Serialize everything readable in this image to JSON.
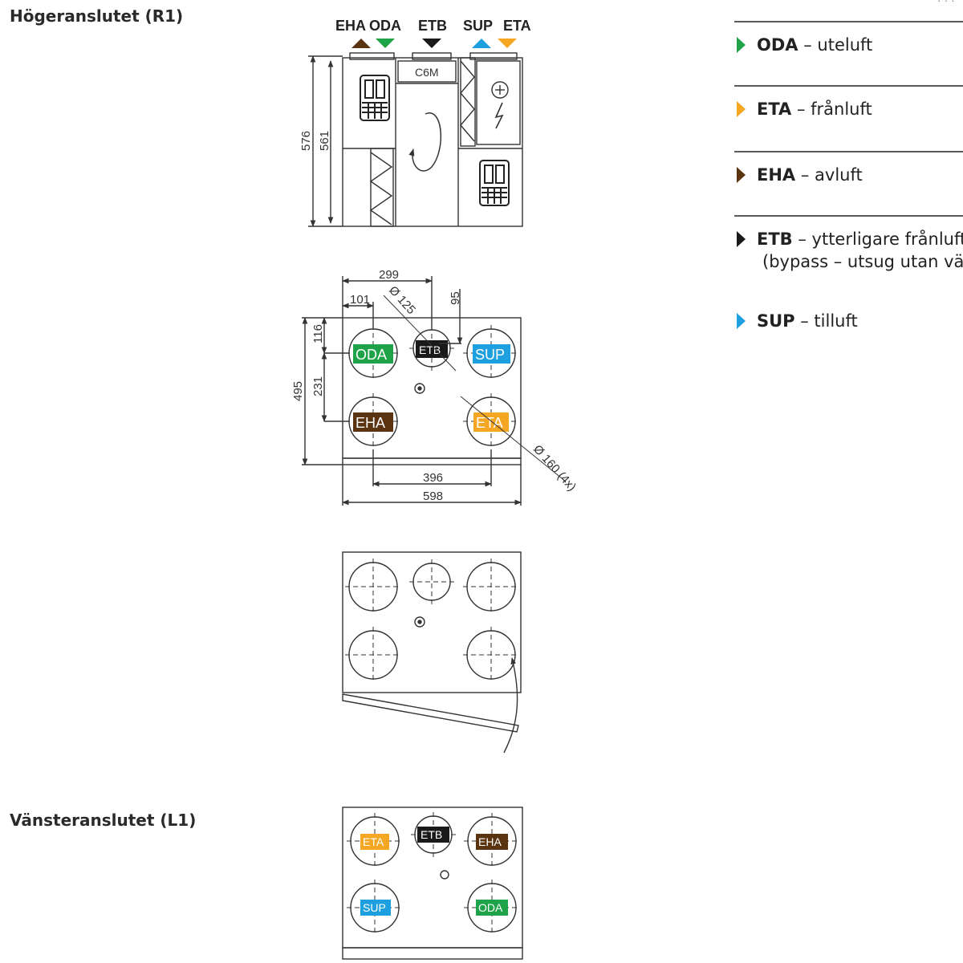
{
  "headings": {
    "right": "Högeranslutet (R1)",
    "left": "Vänsteranslutet (L1)"
  },
  "colors": {
    "ODA": "#1fa34a",
    "ETA": "#f5a623",
    "EHA": "#5a3310",
    "ETB": "#1a1a1a",
    "SUP": "#1e9fe0"
  },
  "top_view": {
    "labels": [
      "EHA",
      "ODA",
      "ETB",
      "SUP",
      "ETA"
    ],
    "device_label": "C6M",
    "dim_576": "576",
    "dim_561": "561"
  },
  "front_view": {
    "port_labels": {
      "oda": "ODA",
      "etb": "ETB",
      "sup": "SUP",
      "eha": "EHA",
      "eta": "ETA"
    },
    "dims": {
      "d299": "299",
      "d101": "101",
      "d95": "95",
      "d125": "Ø 125",
      "d116": "116",
      "d495": "495",
      "d231": "231",
      "d396": "396",
      "d598": "598",
      "d160": "Ø 160 (4x)"
    }
  },
  "left_view": {
    "port_labels": {
      "eta": "ETA",
      "etb": "ETB",
      "eha": "EHA",
      "sup": "SUP",
      "oda": "ODA"
    }
  },
  "legend": [
    {
      "code": "ODA",
      "text": " – uteluft",
      "icon": "green-triangle-icon",
      "color": "#1fa34a"
    },
    {
      "code": "ETA",
      "text": " – frånluft",
      "icon": "orange-triangle-icon",
      "color": "#f5a623"
    },
    {
      "code": "EHA",
      "text": " –  avluft",
      "icon": "brown-triangle-icon",
      "color": "#5a3310"
    },
    {
      "code": "ETB",
      "text": " – ytterligare frånluft",
      "text2": "(bypass – utsug utan vä",
      "icon": "black-triangle-icon",
      "color": "#1a1a1a"
    },
    {
      "code": "SUP",
      "text": " – tilluft",
      "icon": "blue-triangle-icon",
      "color": "#1e9fe0"
    }
  ]
}
